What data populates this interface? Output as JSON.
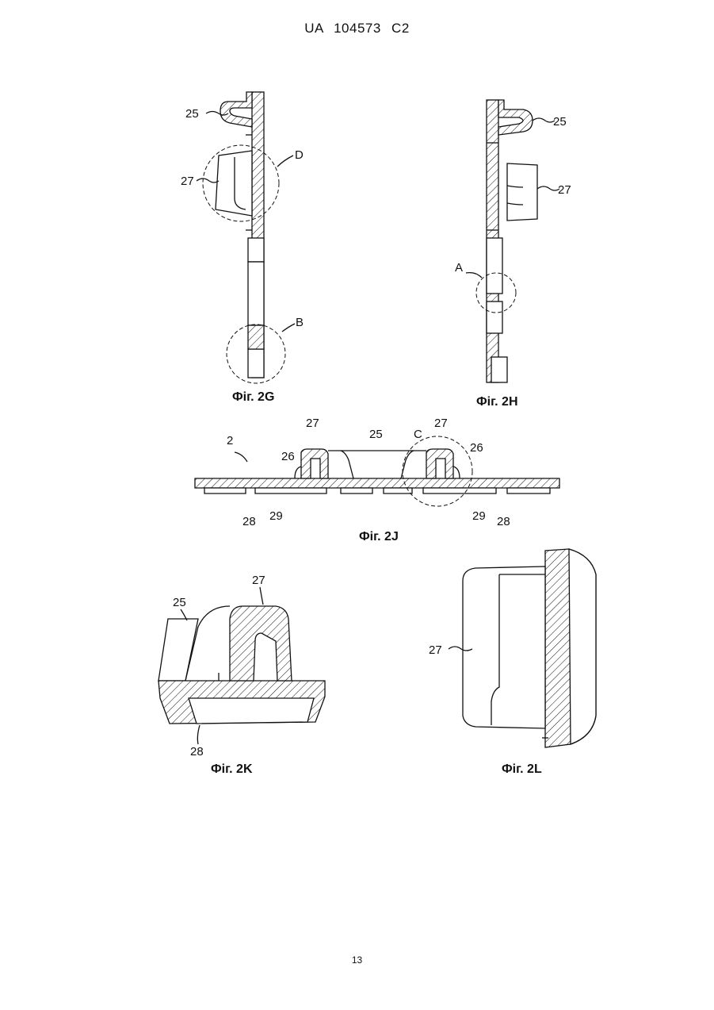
{
  "header": {
    "patent_number": "UA   104573   C2"
  },
  "page_number": "13",
  "figures": {
    "fig_2g": {
      "caption": "Фіг. 2G",
      "labels": {
        "l25": "25",
        "l27": "27",
        "lD": "D",
        "lB": "B"
      }
    },
    "fig_2h": {
      "caption": "Фіг. 2H",
      "labels": {
        "l25": "25",
        "l27": "27",
        "lA": "A"
      }
    },
    "fig_2j": {
      "caption": "Фіг. 2J",
      "labels": {
        "l2": "2",
        "l27a": "27",
        "l25": "25",
        "lC": "C",
        "l27b": "27",
        "l26a": "26",
        "l26b": "26",
        "l28a": "28",
        "l29a": "29",
        "l29b": "29",
        "l28b": "28"
      }
    },
    "fig_2k": {
      "caption": "Фіг. 2K",
      "labels": {
        "l27": "27",
        "l25": "25",
        "l28": "28"
      }
    },
    "fig_2l": {
      "caption": "Фіг. 2L",
      "labels": {
        "l27": "27"
      }
    }
  }
}
